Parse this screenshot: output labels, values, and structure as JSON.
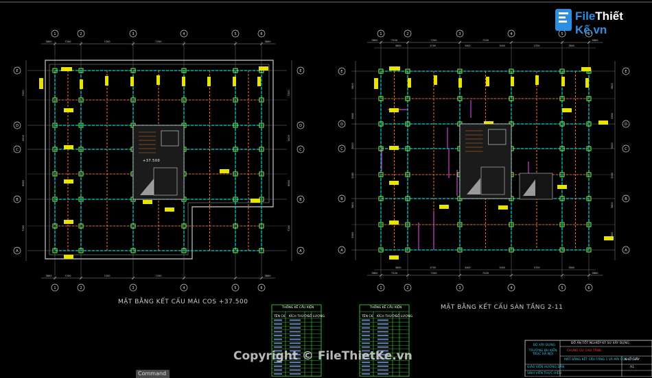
{
  "logo": {
    "prefix": "File",
    "middle": "Thiết ",
    "suffix": "Kế.vn"
  },
  "watermark": "Copyright © FileThietKe.vn",
  "command_tab": "Command",
  "left_plan": {
    "caption": "MẶT BẰNG KẾT CẤU MÁI COS +37.500",
    "grid_numbers": [
      "1",
      "2",
      "3",
      "4",
      "5",
      "6"
    ],
    "grid_letters": [
      "E",
      "D",
      "C",
      "B",
      "A"
    ],
    "dims_top": [
      "3800",
      "7200",
      "7200",
      "7200",
      "3800"
    ],
    "dims_side": [
      "7200",
      "3000",
      "6600",
      "7200"
    ],
    "level_tag": "+37.500"
  },
  "right_plan": {
    "caption": "MẶT BẰNG KẾT CẤU SÀN TẦNG 2-11",
    "grid_numbers": [
      "1",
      "2",
      "3",
      "4",
      "5",
      "6"
    ],
    "grid_letters": [
      "E",
      "D",
      "C",
      "B",
      "A"
    ],
    "dims_top_outer": [
      "3800",
      "7200",
      "7200",
      "7200",
      "3800"
    ],
    "dims_top_inner": [
      "3800",
      "3700",
      "3400",
      "3400",
      "3700",
      "3800"
    ],
    "dims_side": [
      "3600",
      "3600",
      "3000",
      "3000",
      "3600",
      "3600"
    ]
  },
  "tables": [
    {
      "title": "THỐNG KÊ CẤU KIỆN",
      "headers": [
        "TÊN CK",
        "KÍCH THƯỚC",
        "SỐ LƯỢNG"
      ],
      "rows": 17
    },
    {
      "title": "THỐNG KÊ CẤU KIỆN",
      "headers": [
        "TÊN CK",
        "KÍCH THƯỚC",
        "SỐ LƯỢNG"
      ],
      "rows": 17
    }
  ],
  "title_block": {
    "ministry": "BỘ XÂY DỰNG",
    "school": "TRƯỜNG ĐH KIẾN TRÚC HÀ NỘI",
    "project": "ĐỒ ÁN TỐT NGHIỆP KỸ SƯ XÂY DỰNG",
    "subject": "CHUNG CƯ CAO TẦNG",
    "drawing_name": "MẶT BẰNG KẾT CẤU TẦNG 1 VÀ MÁI COS 37.500",
    "instructor": "GIÁO VIÊN HƯỚNG DẪN",
    "student": "SINH VIÊN THỰC HIỆN",
    "sheet_label": "KHỔ GIẤY",
    "sheet_value": "A1"
  },
  "colors": {
    "background": "#000000",
    "column": "#e8e400",
    "main_beam": "#00d2d2",
    "secondary_beam": "#e06a30",
    "grid_line": "#c8c8c8",
    "node": "#7cff4a",
    "wall": "#d040d0",
    "table_frame": "#3ce03c",
    "title_block_frame": "#e0e0e0",
    "title_block_red": "#ff3a3a",
    "title_block_cyan": "#36c8e0"
  },
  "icons": [
    "grid-bubble-icon",
    "level-marker-icon",
    "column-mark-icon"
  ]
}
